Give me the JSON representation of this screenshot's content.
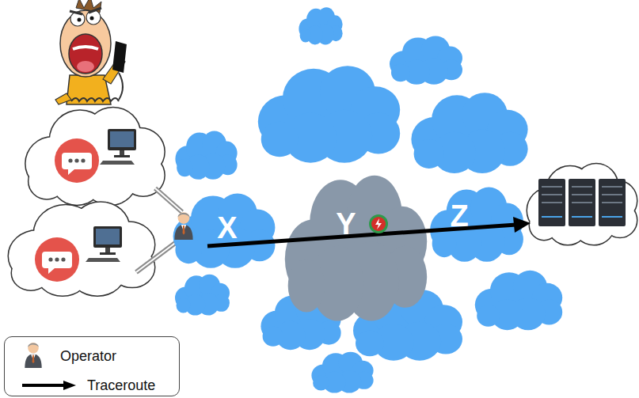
{
  "diagram": {
    "nodes": [
      {
        "text": [
          "X"
        ]
      },
      {
        "text": [
          "Y"
        ]
      },
      {
        "text": [
          "Z"
        ]
      }
    ],
    "legend": [
      {
        "text": "Operator"
      },
      {
        "text": "Traceroute"
      }
    ]
  }
}
